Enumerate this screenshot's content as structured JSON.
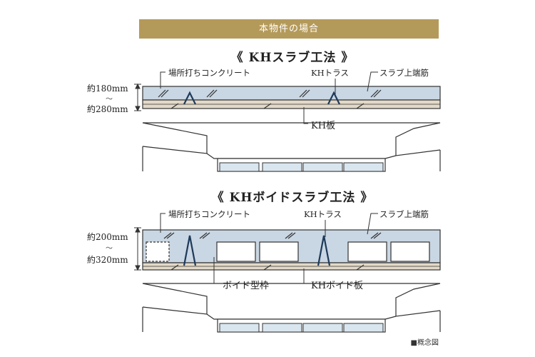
{
  "banner": "本物件の場合",
  "sections": [
    {
      "title": "《 KHスラブ工法 》",
      "label_concrete": "場所打ちコンクリート",
      "label_truss": "KHトラス",
      "label_rebar": "スラブ上端筋",
      "label_board": "KH板",
      "dim_top": "約180mm",
      "dim_sep": "〜",
      "dim_bottom": "約280mm"
    },
    {
      "title": "《 KHボイドスラブ工法 》",
      "label_concrete": "場所打ちコンクリート",
      "label_truss": "KHトラス",
      "label_rebar": "スラブ上端筋",
      "label_void": "ボイド型枠",
      "label_board": "KHボイド板",
      "dim_top": "約200mm",
      "dim_sep": "〜",
      "dim_bottom": "約320mm"
    }
  ],
  "note": "■概念図",
  "colors": {
    "banner": "#b49a5a",
    "concrete": "#c9d6e3",
    "board": "#e3d9c8",
    "void": "#ffffff",
    "line": "#333333",
    "window": "#d9e6f0"
  }
}
